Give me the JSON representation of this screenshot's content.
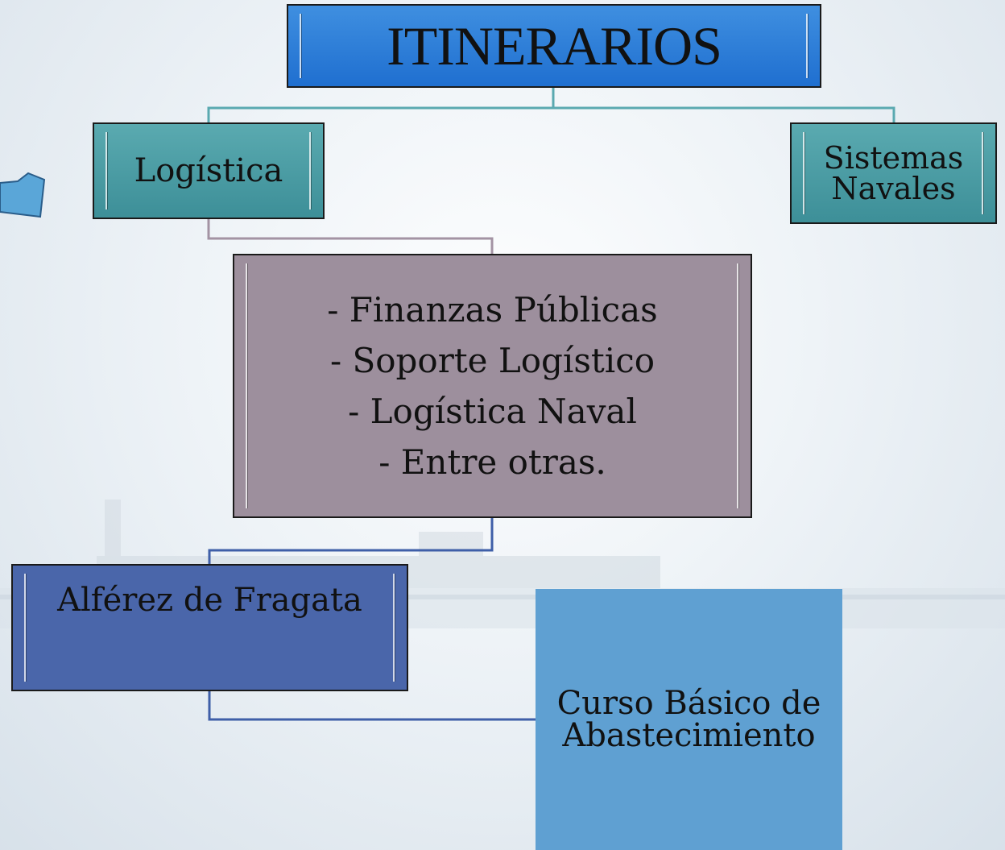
{
  "diagram": {
    "title": "ITINERARIOS",
    "branches": [
      {
        "label": "Logística"
      },
      {
        "label_lines": [
          "Sistemas",
          "Navales"
        ]
      }
    ],
    "topics": [
      "- Finanzas Públicas",
      "- Soporte Logístico",
      "- Logística Naval",
      "- Entre otras."
    ],
    "rank": "Alférez de Fragata",
    "course_lines": [
      "Curso Básico de",
      "Abastecimiento"
    ]
  },
  "colors": {
    "title_fill": "#1f6fd0",
    "branch_fill": "#3d8f98",
    "topics_fill": "#9d8f9d",
    "rank_fill": "#4a66aa",
    "course_fill": "#5fa0d2",
    "connector_top": "#5aa9b0",
    "connector_mid": "#a393a3",
    "connector_low": "#3f5fa8"
  }
}
